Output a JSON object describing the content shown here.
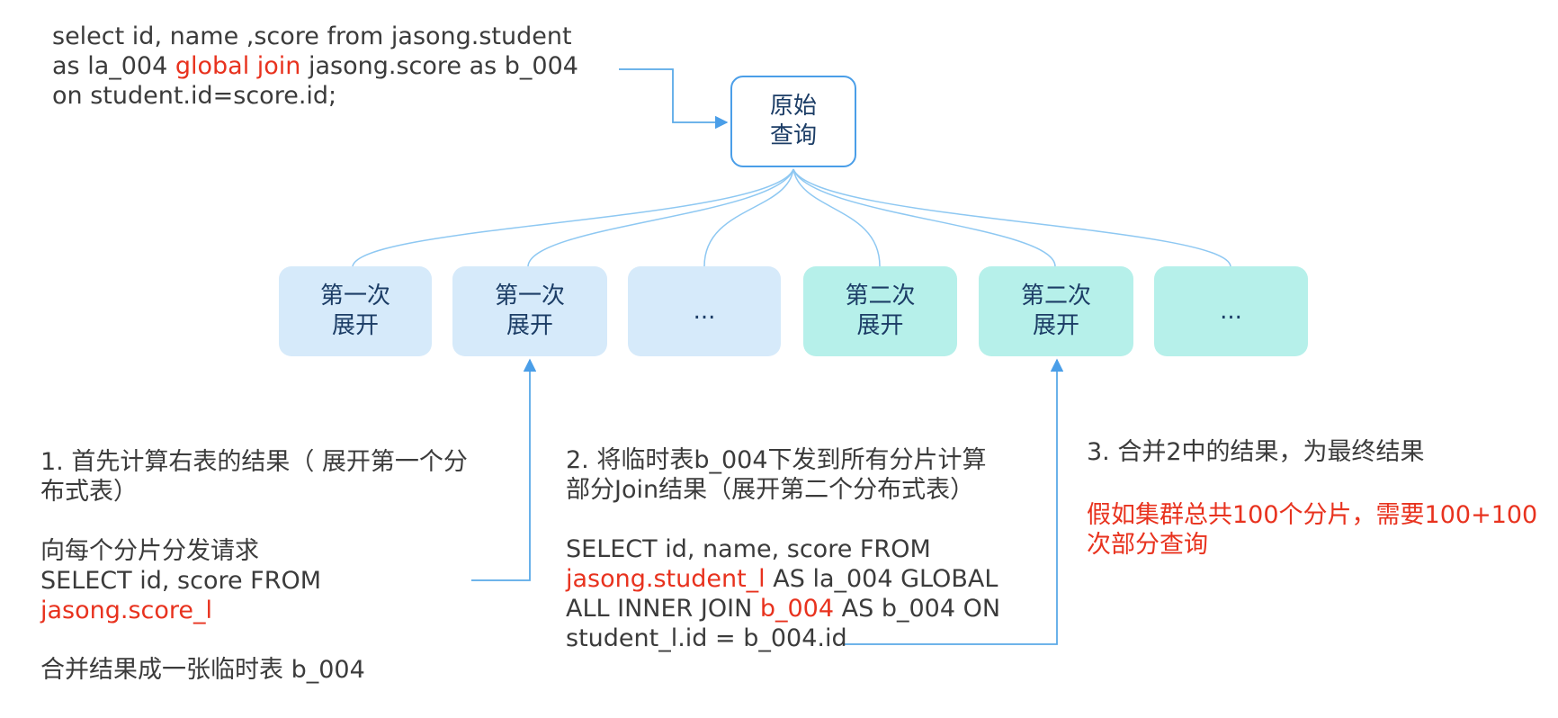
{
  "query_text": {
    "line1": "select id, name ,score from jasong.student",
    "line2_pre": "as la_004 ",
    "line2_red": "global join",
    "line2_post": " jasong.score as b_004",
    "line3": "on student.id=score.id;"
  },
  "root_node": {
    "line1": "原始",
    "line2": "查询"
  },
  "child_nodes": [
    {
      "line1": "第一次",
      "line2": "展开",
      "color": "#d6eafa"
    },
    {
      "line1": "第一次",
      "line2": "展开",
      "color": "#d6eafa"
    },
    {
      "line1": "...",
      "line2": "",
      "color": "#d6eafa"
    },
    {
      "line1": "第二次",
      "line2": "展开",
      "color": "#b6f0ea"
    },
    {
      "line1": "第二次",
      "line2": "展开",
      "color": "#b6f0ea"
    },
    {
      "line1": "...",
      "line2": "",
      "color": "#b6f0ea"
    }
  ],
  "step1": {
    "line1": "1. 首先计算右表的结果（  展开第一个分",
    "line2": "布式表）",
    "line3": "向每个分片分发请求",
    "line4": "SELECT id, score FROM",
    "line5_red": "jasong.score_l",
    "line6": "合并结果成一张临时表 b_004"
  },
  "step2": {
    "line1": "2. 将临时表b_004下发到所有分片计算",
    "line2": "部分Join结果（展开第二个分布式表）",
    "line3": "SELECT id, name, score FROM",
    "line4_red": "jasong.student_l",
    "line4_post": " AS la_004 GLOBAL",
    "line5_pre": "ALL INNER JOIN ",
    "line5_red": "b_004",
    "line5_post": " AS b_004 ON",
    "line6": "student_l.id = b_004.id"
  },
  "step3": {
    "line1": "3. 合并2中的结果，为最终结果",
    "warn_line1": "假如集群总共100个分片，需要100+100",
    "warn_line2": "次部分查询"
  },
  "colors": {
    "accent_red": "#e8321e",
    "connector_blue": "#5aaae8",
    "node_text": "#1c3d66",
    "first_expand_fill": "#d6eafa",
    "second_expand_fill": "#b6f0ea"
  }
}
